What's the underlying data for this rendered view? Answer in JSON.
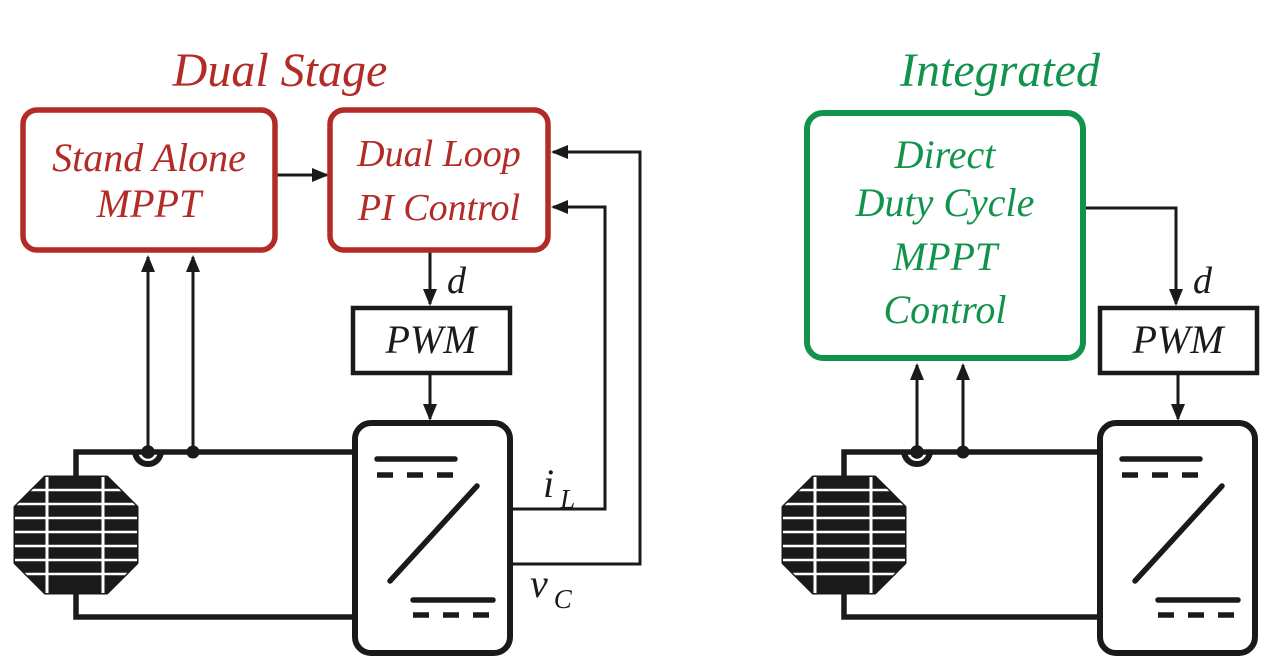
{
  "colors": {
    "red": "#b32b27",
    "green": "#12934c",
    "line": "#1a1a1a"
  },
  "dual_stage": {
    "title": "Dual Stage",
    "mppt_box": {
      "line1": "Stand Alone",
      "line2": "MPPT"
    },
    "pi_box": {
      "line1": "Dual Loop",
      "line2": "PI Control"
    },
    "pwm": "PWM",
    "duty": "d",
    "inductor_current": {
      "base": "i",
      "sub": "L"
    },
    "capacitor_voltage": {
      "base": "v",
      "sub": "C"
    }
  },
  "integrated": {
    "title": "Integrated",
    "control_box": {
      "line1": "Direct",
      "line2": "Duty Cycle",
      "line3": "MPPT",
      "line4": "Control"
    },
    "pwm": "PWM",
    "duty": "d"
  }
}
